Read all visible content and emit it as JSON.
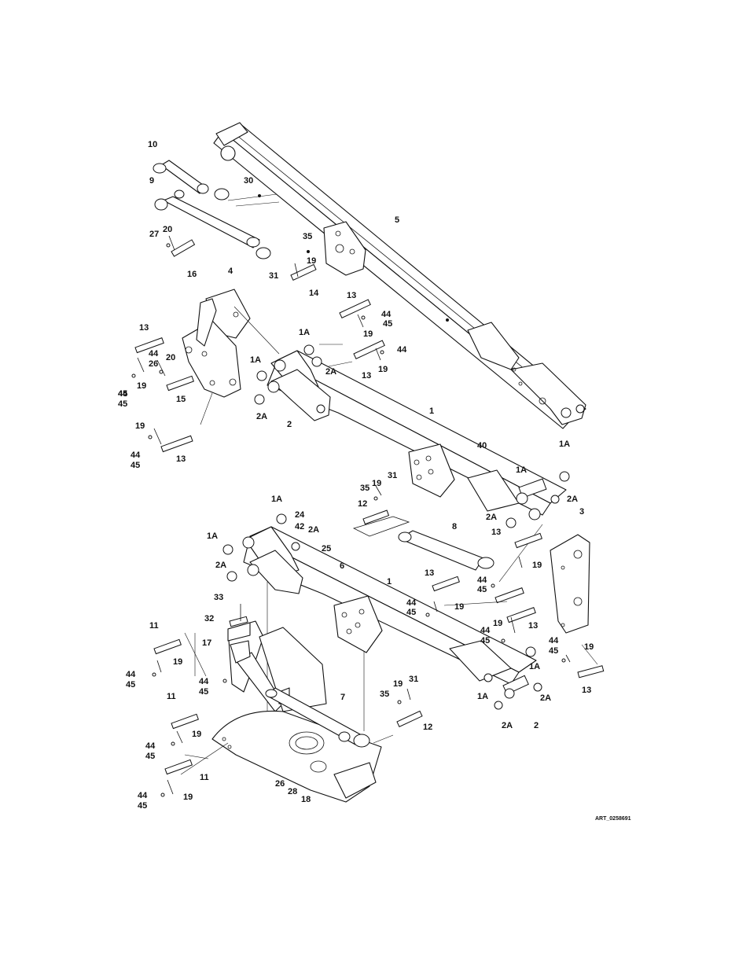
{
  "art_id": "ART_0258691",
  "callouts": [
    {
      "id": "c10a",
      "text": "10"
    },
    {
      "id": "c9",
      "text": "9"
    },
    {
      "id": "c30",
      "text": "30"
    },
    {
      "id": "c5",
      "text": "5"
    },
    {
      "id": "c27",
      "text": "27"
    },
    {
      "id": "c20a",
      "text": "20"
    },
    {
      "id": "c35a",
      "text": "35"
    },
    {
      "id": "c19a",
      "text": "19"
    },
    {
      "id": "c31a",
      "text": "31"
    },
    {
      "id": "c16",
      "text": "16"
    },
    {
      "id": "c14",
      "text": "14"
    },
    {
      "id": "c4",
      "text": "4"
    },
    {
      "id": "c13a",
      "text": "13"
    },
    {
      "id": "c44a",
      "text": "44"
    },
    {
      "id": "c45a",
      "text": "45"
    },
    {
      "id": "c19b",
      "text": "19"
    },
    {
      "id": "c13b",
      "text": "13"
    },
    {
      "id": "c1Aa",
      "text": "1A"
    },
    {
      "id": "c44b",
      "text": "44"
    },
    {
      "id": "c45b",
      "text": "45"
    },
    {
      "id": "c19c",
      "text": "19"
    },
    {
      "id": "c13c",
      "text": "13"
    },
    {
      "id": "c44c",
      "text": "44"
    },
    {
      "id": "c26a",
      "text": "26"
    },
    {
      "id": "c20b",
      "text": "20"
    },
    {
      "id": "c19d",
      "text": "19"
    },
    {
      "id": "c44d",
      "text": "44"
    },
    {
      "id": "c45d",
      "text": "45"
    },
    {
      "id": "c15",
      "text": "15"
    },
    {
      "id": "c1Ab",
      "text": "1A"
    },
    {
      "id": "c2Aa",
      "text": "2A"
    },
    {
      "id": "c2Ab",
      "text": "2A"
    },
    {
      "id": "c2a",
      "text": "2"
    },
    {
      "id": "c1a",
      "text": "1"
    },
    {
      "id": "c19e",
      "text": "19"
    },
    {
      "id": "c44e",
      "text": "44"
    },
    {
      "id": "c45e",
      "text": "45"
    },
    {
      "id": "c13d",
      "text": "13"
    },
    {
      "id": "c40",
      "text": "40"
    },
    {
      "id": "c1Ac",
      "text": "1A"
    },
    {
      "id": "c1Ad",
      "text": "1A"
    },
    {
      "id": "c2Ac",
      "text": "2A"
    },
    {
      "id": "c2Ad",
      "text": "2A"
    },
    {
      "id": "c35b",
      "text": "35"
    },
    {
      "id": "c19f",
      "text": "19"
    },
    {
      "id": "c31b",
      "text": "31"
    },
    {
      "id": "c12a",
      "text": "12"
    },
    {
      "id": "c1Ae",
      "text": "1A"
    },
    {
      "id": "c24",
      "text": "24"
    },
    {
      "id": "c42",
      "text": "42"
    },
    {
      "id": "c2Ae",
      "text": "2A"
    },
    {
      "id": "c1Af",
      "text": "1A"
    },
    {
      "id": "c25",
      "text": "25"
    },
    {
      "id": "c6",
      "text": "6"
    },
    {
      "id": "c2Af",
      "text": "2A"
    },
    {
      "id": "c8",
      "text": "8"
    },
    {
      "id": "c3",
      "text": "3"
    },
    {
      "id": "c13e",
      "text": "13"
    },
    {
      "id": "c19g",
      "text": "19"
    },
    {
      "id": "c13f",
      "text": "13"
    },
    {
      "id": "c44f",
      "text": "44"
    },
    {
      "id": "c45f",
      "text": "45"
    },
    {
      "id": "c1b",
      "text": "1"
    },
    {
      "id": "c44g",
      "text": "44"
    },
    {
      "id": "c45g",
      "text": "45"
    },
    {
      "id": "c19h",
      "text": "19"
    },
    {
      "id": "c33",
      "text": "33"
    },
    {
      "id": "c32",
      "text": "32"
    },
    {
      "id": "c11a",
      "text": "11"
    },
    {
      "id": "c17",
      "text": "17"
    },
    {
      "id": "c19i",
      "text": "19"
    },
    {
      "id": "c44h",
      "text": "44"
    },
    {
      "id": "c45h",
      "text": "45"
    },
    {
      "id": "c44i",
      "text": "44"
    },
    {
      "id": "c45i",
      "text": "45"
    },
    {
      "id": "c19j",
      "text": "19"
    },
    {
      "id": "c13g",
      "text": "13"
    },
    {
      "id": "c44j",
      "text": "44"
    },
    {
      "id": "c45j",
      "text": "45"
    },
    {
      "id": "c19k",
      "text": "19"
    },
    {
      "id": "c44k",
      "text": "44"
    },
    {
      "id": "c45k",
      "text": "45"
    },
    {
      "id": "c13h",
      "text": "13"
    },
    {
      "id": "c1Ag",
      "text": "1A"
    },
    {
      "id": "c1Ah",
      "text": "1A"
    },
    {
      "id": "c2Ag",
      "text": "2A"
    },
    {
      "id": "c2Ah",
      "text": "2A"
    },
    {
      "id": "c2b",
      "text": "2"
    },
    {
      "id": "c11b",
      "text": "11"
    },
    {
      "id": "c7",
      "text": "7"
    },
    {
      "id": "c19l",
      "text": "19"
    },
    {
      "id": "c31c",
      "text": "31"
    },
    {
      "id": "c35c",
      "text": "35"
    },
    {
      "id": "c12b",
      "text": "12"
    },
    {
      "id": "c19m",
      "text": "19"
    },
    {
      "id": "c44l",
      "text": "44"
    },
    {
      "id": "c45l",
      "text": "45"
    },
    {
      "id": "c11c",
      "text": "11"
    },
    {
      "id": "c26b",
      "text": "26"
    },
    {
      "id": "c28",
      "text": "28"
    },
    {
      "id": "c18",
      "text": "18"
    },
    {
      "id": "c44m",
      "text": "44"
    },
    {
      "id": "c45m",
      "text": "45"
    },
    {
      "id": "c19n",
      "text": "19"
    }
  ]
}
